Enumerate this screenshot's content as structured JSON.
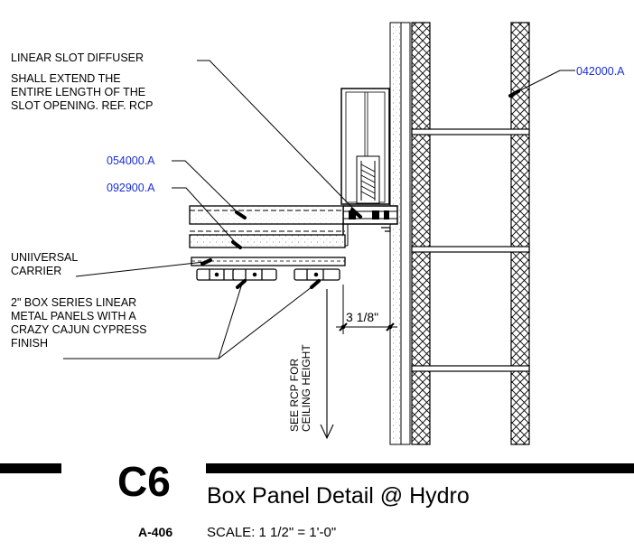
{
  "notes": {
    "diffuser_line1": "LINEAR SLOT DIFFUSER",
    "diffuser_line2": "SHALL EXTEND THE",
    "diffuser_line3": "ENTIRE LENGTH OF THE",
    "diffuser_line4": "SLOT OPENING. REF. RCP",
    "carrier_line1": "UNIIVERSAL",
    "carrier_line2": "CARRIER",
    "panels_line1": "2\" BOX SERIES LINEAR",
    "panels_line2": "METAL PANELS WITH A",
    "panels_line3": "CRAZY CAJUN CYPRESS",
    "panels_line4": "FINISH",
    "rcp_line1": "SEE RCP FOR",
    "rcp_line2": "CEILING HEIGHT"
  },
  "tags": {
    "framing": "054000.A",
    "gypsum": "092900.A",
    "masonry": "042000.A"
  },
  "dimension": "3 1/8\"",
  "title_block": {
    "detail_id": "C6",
    "detail_name": "Box Panel Detail @ Hydro",
    "sheet": "A-406",
    "scale": "SCALE:  1 1/2\" = 1'-0\""
  },
  "colors": {
    "reference_tag": "#1a2fd6",
    "linework": "#000000"
  }
}
